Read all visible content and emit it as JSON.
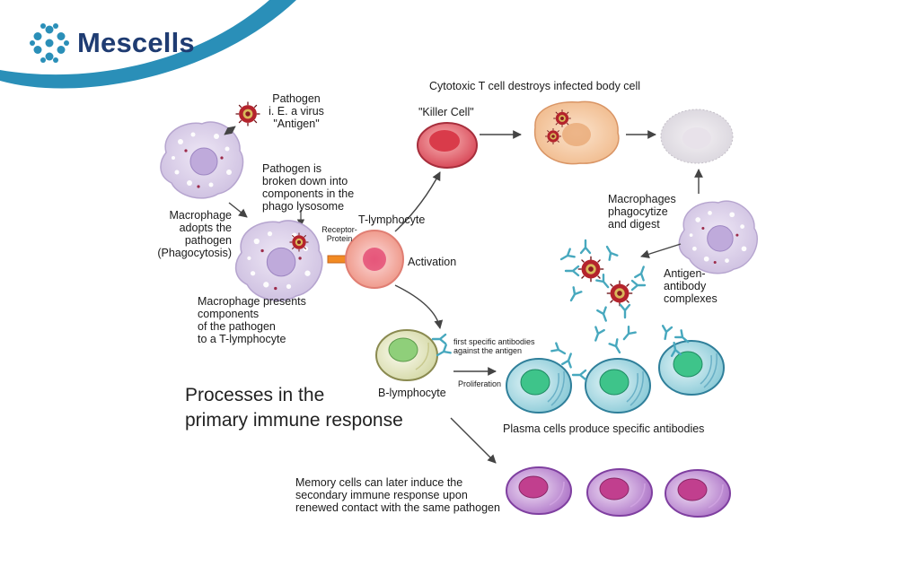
{
  "brand": {
    "name": "Mescells",
    "logo_icon": "molecule-ring-icon",
    "accent_color": "#2a8fb8",
    "text_color": "#1f3c72"
  },
  "title": "Processes in the\nprimary immune response",
  "labels": {
    "pathogen": "Pathogen\ni. E. a virus\n\"Antigen\"",
    "pathogen_broken": "Pathogen is\nbroken down into\ncomponents in the\nphago lysosome",
    "macrophage_adopts": "Macrophage\nadopts the pathogen\n(Phagocytosis)",
    "receptor_protein": "Receptor-\nProtein",
    "t_lymphocyte": "T-lymphocyte",
    "macrophage_presents": "Macrophage presents\ncomponents\nof the pathogen\nto a T-lymphocyte",
    "cytotoxic": "Cytotoxic T cell destroys infected body cell",
    "killer_cell": "\"Killer Cell\"",
    "activation": "Activation",
    "macrophages_phagocytize": "Macrophages\nphagocytize\nand digest",
    "antigen_antibody": "Antigen-\nantibody\ncomplexes",
    "first_antibodies": "first specific antibodies\nagainst the antigen",
    "proliferation": "Proliferation",
    "b_lymphocyte": "B-lymphocyte",
    "plasma_cells": "Plasma cells produce specific antibodies",
    "memory_cells": "Memory cells can later induce the\nsecondary immune response upon\nrenewed contact with the same pathogen"
  },
  "colors": {
    "macrophage": "#d9cde8",
    "macrophage_nucleus": "#b9a4d6",
    "killer_cell": "#e5606e",
    "t_cell": "#f3a398",
    "b_cell": "#e9eccd",
    "plasma_cell": "#a9dbe4",
    "memory_cell": "#c28ed6",
    "antibody": "#47a8be",
    "virus": "#b4232c",
    "infected_cell": "#f6cda4",
    "arrow": "#444444"
  }
}
